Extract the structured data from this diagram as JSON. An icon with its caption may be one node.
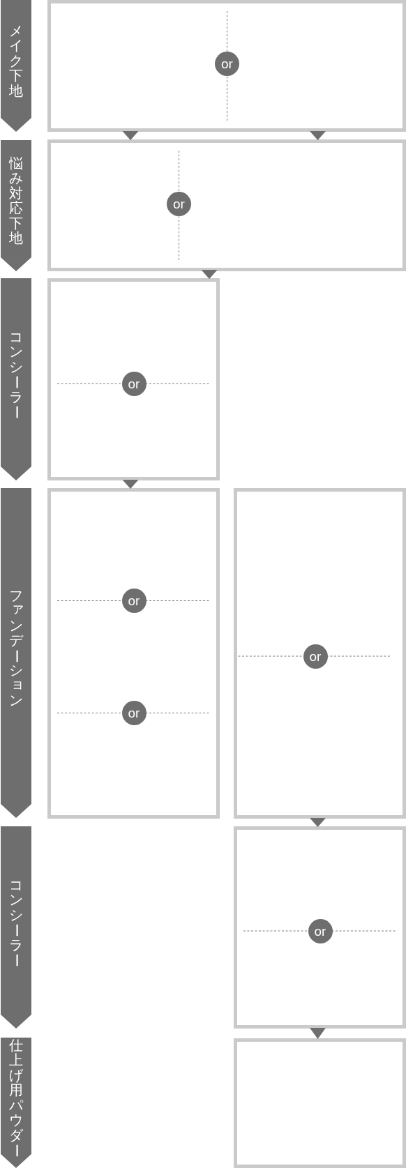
{
  "diagram": {
    "nodes": [
      {
        "text": [
          "メイク下地"
        ]
      },
      {
        "text": [],
        "shape": "box"
      },
      {
        "text": [
          "or"
        ],
        "in": 1
      },
      {
        "text": [
          "悩み対応下地"
        ]
      },
      {
        "text": [],
        "shape": "box"
      },
      {
        "text": [
          "or"
        ],
        "in": 4
      },
      {
        "text": [
          "コンシーラー"
        ]
      },
      {
        "text": [],
        "shape": "box"
      },
      {
        "text": [
          "or"
        ],
        "in": 7
      },
      {
        "text": [
          "ファンデーション"
        ]
      },
      {
        "text": [],
        "shape": "box"
      },
      {
        "text": [
          "or"
        ],
        "in": 10
      },
      {
        "text": [
          "or"
        ],
        "in": 10
      },
      {
        "text": [],
        "shape": "box"
      },
      {
        "text": [
          "or"
        ],
        "in": 13
      },
      {
        "text": [
          "コンシーラー"
        ]
      },
      {
        "text": [],
        "shape": "box"
      },
      {
        "text": [
          "or"
        ],
        "in": 16
      },
      {
        "text": [
          "仕上げ用パウダー"
        ]
      },
      {
        "text": [],
        "shape": "box"
      }
    ],
    "edges": [
      {
        "from": 1,
        "to": 4,
        "arrow": "to"
      },
      {
        "from": 1,
        "to": 4,
        "arrow": "to"
      },
      {
        "from": 4,
        "to": 7,
        "arrow": "to"
      },
      {
        "from": 7,
        "to": 10,
        "arrow": "to"
      },
      {
        "from": 13,
        "to": 16,
        "arrow": "to"
      },
      {
        "from": 16,
        "to": 19,
        "arrow": "to"
      }
    ]
  }
}
